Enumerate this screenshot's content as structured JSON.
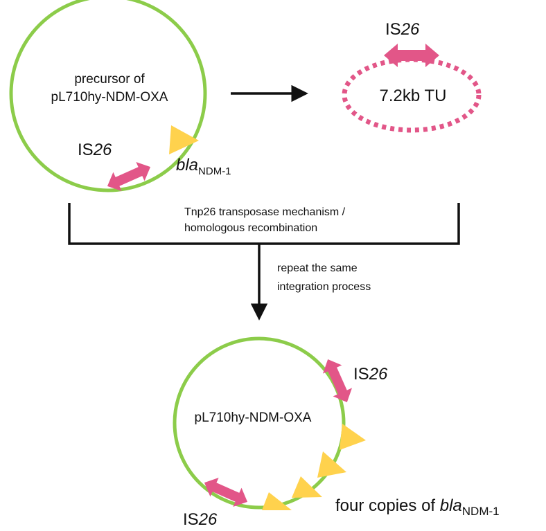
{
  "colors": {
    "plasmid": "#8ccc4a",
    "is26": "#e25688",
    "bla": "#ffd24d",
    "tu_ring": "#e25688",
    "ink": "#111111"
  },
  "top_plasmid": {
    "label_line1": "precursor of",
    "label_line2": "pL710hy-NDM-OXA",
    "is26_prefix": "IS",
    "is26_num": "26",
    "bla_base": "bla",
    "bla_sub": "NDM-1"
  },
  "translocatable_unit": {
    "is26_prefix": "IS",
    "is26_num": "26",
    "label": "7.2kb TU"
  },
  "mechanism": {
    "line1": "Tnp26 transposase mechanism /",
    "line2": "homologous recombination"
  },
  "repeat": {
    "line1": "repeat the same",
    "line2": "integration process"
  },
  "final_plasmid": {
    "label": "pL710hy-NDM-OXA",
    "is26_top_prefix": "IS",
    "is26_top_num": "26",
    "is26_bottom_prefix": "IS",
    "is26_bottom_num": "26",
    "copies_text": "four copies of ",
    "bla_base": "bla",
    "bla_sub": "NDM-1"
  },
  "icons": {
    "arrow": "right-arrow-icon",
    "down_arrow": "down-arrow-icon",
    "is26_element": "double-arrow-icon",
    "bla_gene": "triangle-icon"
  }
}
